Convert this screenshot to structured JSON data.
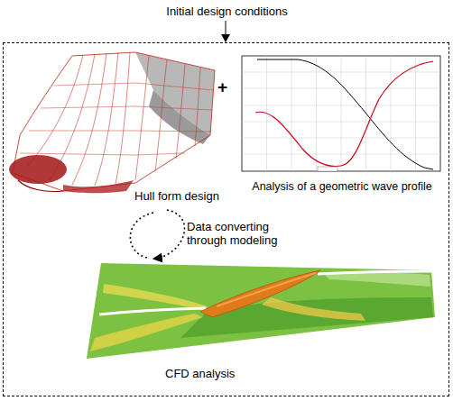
{
  "diagram": {
    "nodes": [
      {
        "text": [
          "Initial design conditions"
        ]
      },
      {
        "text": [
          "Hull form design"
        ],
        "in": 0
      },
      {
        "text": [
          "Analysis of a geometric wave profile"
        ],
        "in": 0
      },
      {
        "text": [
          "CFD analysis"
        ],
        "in": 0
      }
    ],
    "edges": [
      {
        "from": 1,
        "to": 3,
        "arrow": "to",
        "label": "Data converting through modeling"
      }
    ],
    "labels": [
      "+"
    ]
  }
}
